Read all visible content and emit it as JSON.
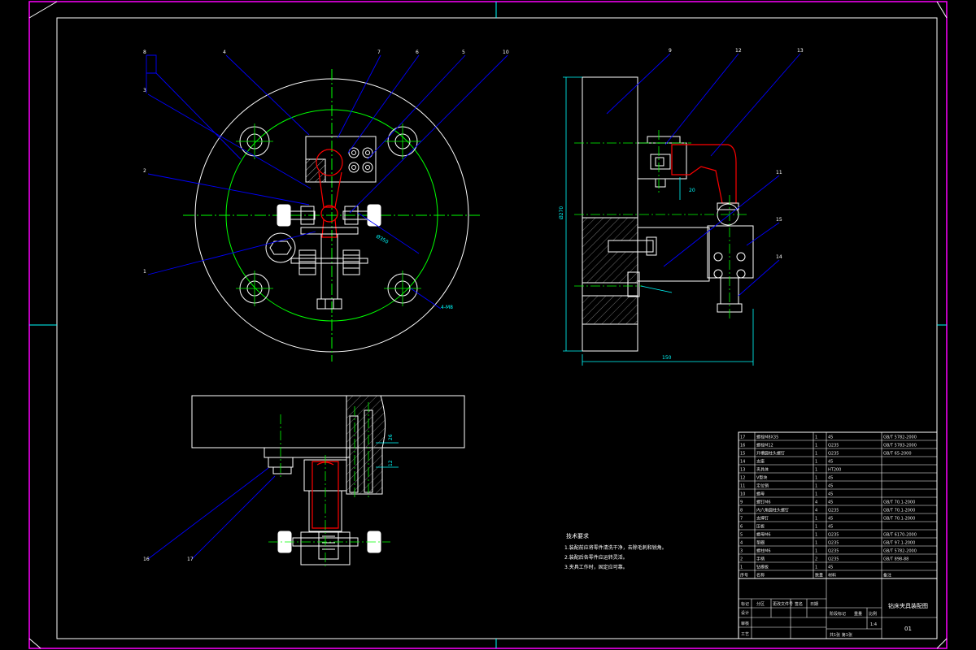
{
  "colors": {
    "background": "#000000",
    "outer_frame": "#ff00ff",
    "inner_frame": "#ffffff",
    "centerline": "#00ff00",
    "leader": "#0000ff",
    "section": "#ff0000",
    "dimension": "#00ffff"
  },
  "front_view_labels": [
    "8",
    "4",
    "3",
    "2",
    "1",
    "7",
    "6",
    "5",
    "10"
  ],
  "side_view_labels": [
    "9",
    "12",
    "13",
    "11",
    "15",
    "14"
  ],
  "bottom_view_labels": [
    "16",
    "17"
  ],
  "dimensions": {
    "front_dia": "Ø350",
    "front_bolt": "4-M8",
    "side_height": "Ø270",
    "side_width": "150",
    "side_small": "20",
    "bottom_a": "26",
    "bottom_b": "12"
  },
  "tech_requirements": {
    "title": "技术要求",
    "lines": [
      "1.装配前应将零件清洗干净，去除毛刺和锐角。",
      "2.装配后各零件应运转灵活。",
      "3.夹具工作时，固定应可靠。"
    ]
  },
  "bom": {
    "rows": [
      {
        "no": "17",
        "name": "螺栓M8X35",
        "qty": "1",
        "material": "45",
        "standard": "GB/T 5782-2000"
      },
      {
        "no": "16",
        "name": "螺栓M12",
        "qty": "1",
        "material": "Q235",
        "standard": "GB/T 5783-2000"
      },
      {
        "no": "15",
        "name": "开槽圆柱头螺钉",
        "qty": "1",
        "material": "Q235",
        "standard": "GB/T 65-2000"
      },
      {
        "no": "14",
        "name": "支座",
        "qty": "1",
        "material": "45",
        "standard": ""
      },
      {
        "no": "13",
        "name": "夹具体",
        "qty": "1",
        "material": "HT200",
        "standard": ""
      },
      {
        "no": "12",
        "name": "V型块",
        "qty": "1",
        "material": "45",
        "standard": ""
      },
      {
        "no": "11",
        "name": "定位销",
        "qty": "1",
        "material": "45",
        "standard": ""
      },
      {
        "no": "10",
        "name": "螺母",
        "qty": "1",
        "material": "45",
        "standard": ""
      },
      {
        "no": "9",
        "name": "螺钉M6",
        "qty": "4",
        "material": "45",
        "standard": "GB/T 70.1-2000"
      },
      {
        "no": "8",
        "name": "内六角圆柱头螺钉",
        "qty": "4",
        "material": "Q235",
        "standard": "GB/T 70.1-2000"
      },
      {
        "no": "7",
        "name": "支撑钉",
        "qty": "1",
        "material": "45",
        "standard": "GB/T 70.1-2000"
      },
      {
        "no": "6",
        "name": "压板",
        "qty": "1",
        "material": "45",
        "standard": ""
      },
      {
        "no": "5",
        "name": "螺母M6",
        "qty": "1",
        "material": "Q235",
        "standard": "GB/T 6170-2000"
      },
      {
        "no": "4",
        "name": "垫圈",
        "qty": "1",
        "material": "Q235",
        "standard": "GB/T 97.1-2000"
      },
      {
        "no": "3",
        "name": "螺柱M6",
        "qty": "1",
        "material": "Q235",
        "standard": "GB/T 5782-2000"
      },
      {
        "no": "2",
        "name": "手柄",
        "qty": "2",
        "material": "Q235",
        "standard": "GB/T 898-88"
      },
      {
        "no": "1",
        "name": "钻模板",
        "qty": "1",
        "material": "45",
        "standard": ""
      }
    ],
    "header": {
      "no": "序号",
      "name": "名称",
      "qty": "数量",
      "material": "材料",
      "standard": "备注"
    }
  },
  "title_block": {
    "drawing_title": "钻床夹具装配图",
    "drawing_no": "01",
    "scale": "1:4",
    "sheet": "共1张 第1张",
    "labels": {
      "designer": "设计",
      "checker": "审核",
      "process": "工艺",
      "date": "日期",
      "mark": "标记",
      "zone": "分区",
      "change_doc": "更改文件号",
      "sign": "签名",
      "stage": "阶段标记",
      "weight": "重量",
      "ratio": "比例"
    }
  }
}
